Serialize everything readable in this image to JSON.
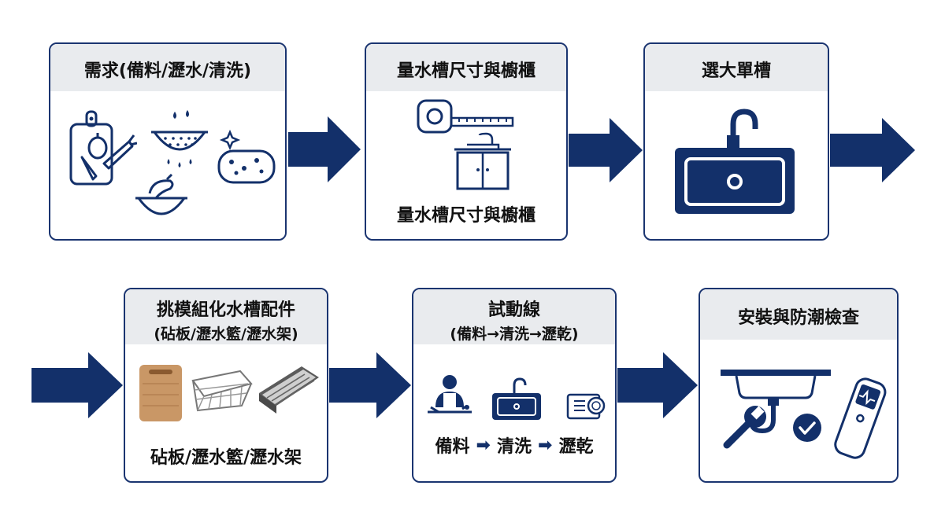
{
  "colors": {
    "navy": "#13306a",
    "header_bg": "#e9ebee",
    "border": "#1a3470"
  },
  "steps": [
    {
      "title": "需求(備料/瀝水/清洗)",
      "icons": [
        "cutting-board-vegetables-icon",
        "colander-icon",
        "sponge-icon",
        "bowl-eggplant-icon"
      ]
    },
    {
      "title": "量水槽尺寸與櫥櫃",
      "caption": "量水槽尺寸與櫥櫃",
      "icons": [
        "tape-measure-icon",
        "cabinet-sink-icon"
      ]
    },
    {
      "title": "選大單槽",
      "icons": [
        "large-single-sink-icon"
      ]
    },
    {
      "title": "挑模組化水槽配件",
      "subtitle": "(砧板/瀝水籃/瀝水架)",
      "caption": "砧板/瀝水籃/瀝水架",
      "icons": [
        "wooden-cutting-board-icon",
        "wire-basket-icon",
        "dish-rack-icon"
      ]
    },
    {
      "title": "試動線",
      "subtitle": "(備料→清洗→瀝乾)",
      "flow": [
        "備料",
        "清洗",
        "瀝乾"
      ],
      "flow_arrow": "➡",
      "icons": [
        "chef-prep-icon",
        "sink-icon",
        "dish-drying-icon"
      ]
    },
    {
      "title": "安裝與防潮檢查",
      "icons": [
        "under-sink-pipe-icon",
        "wrench-icon",
        "check-icon",
        "moisture-meter-icon"
      ]
    }
  ]
}
